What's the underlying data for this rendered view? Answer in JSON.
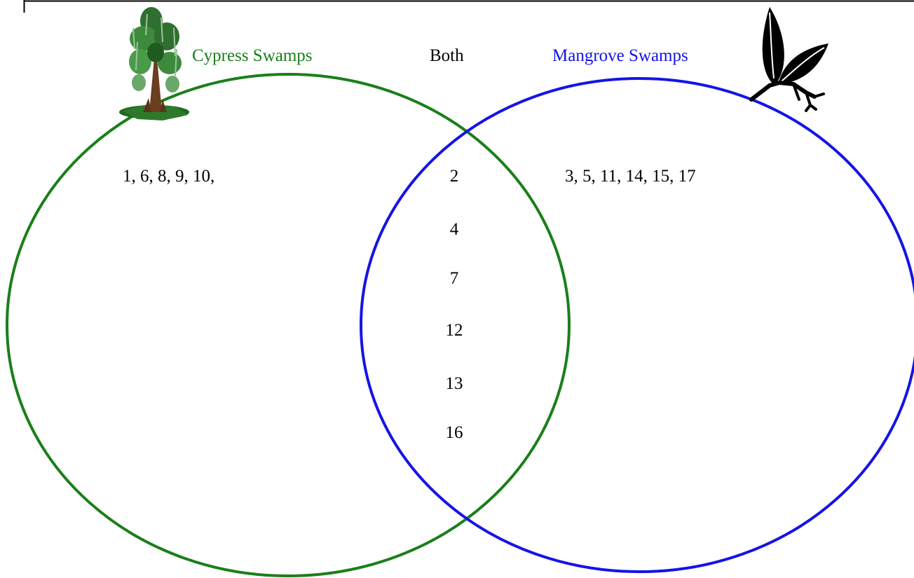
{
  "diagram": {
    "left_circle": {
      "title": "Cypress Swamps",
      "color": "#1a7f1a",
      "items": "1, 6, 8, 9, 10,"
    },
    "overlap": {
      "title": "Both",
      "items": [
        "2",
        "4",
        "7",
        "12",
        "13",
        "16"
      ]
    },
    "right_circle": {
      "title": "Mangrove Swamps",
      "color": "#1414e6",
      "items": "3, 5, 11, 14, 15, 17"
    },
    "icons": [
      "cypress-tree-icon",
      "mangrove-leaf-icon"
    ]
  }
}
